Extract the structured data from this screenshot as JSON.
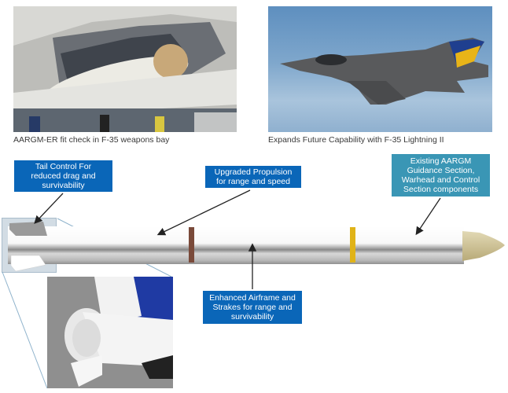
{
  "photos": [
    {
      "id": "weapons-bay",
      "caption": "AARGM-ER fit check in F-35 weapons bay"
    },
    {
      "id": "f35",
      "caption": "Expands Future Capability with F-35 Lightning II"
    }
  ],
  "callouts": {
    "tail_control": {
      "lines": [
        "Tail Control For",
        "reduced drag and",
        "survivability"
      ],
      "color": "#0a66b8"
    },
    "propulsion": {
      "lines": [
        "Upgraded Propulsion",
        "for range and speed"
      ],
      "color": "#0a66b8"
    },
    "existing_aargm": {
      "lines": [
        "Existing AARGM",
        "Guidance Section,",
        "Warhead and Control",
        "Section components"
      ],
      "color": "#3a96b5"
    },
    "airframe": {
      "lines": [
        "Enhanced Airframe and",
        "Strakes for range and",
        "survivability"
      ],
      "color": "#0a66b8"
    }
  },
  "missile": {
    "body_color": "#f4f4f4",
    "nose_color": "#cbbf8e",
    "band_1_color": "#7a4a3a",
    "band_2_color": "#e0b318"
  }
}
